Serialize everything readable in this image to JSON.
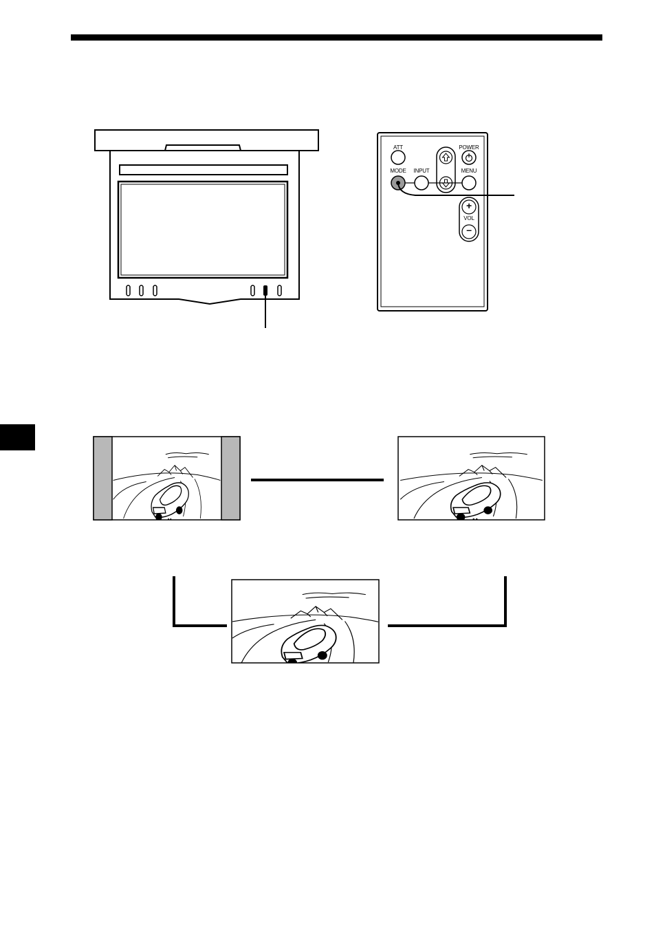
{
  "remote": {
    "labels": {
      "att": "ATT",
      "power": "POWER",
      "mode": "MODE",
      "input": "INPUT",
      "menu": "MENU",
      "vol": "VOL",
      "plus": "+",
      "minus": "–"
    }
  },
  "colors": {
    "ink": "#000000",
    "mode_button_fill": "#9a9a9a",
    "sidebar_gray": "#b8b8b8"
  }
}
